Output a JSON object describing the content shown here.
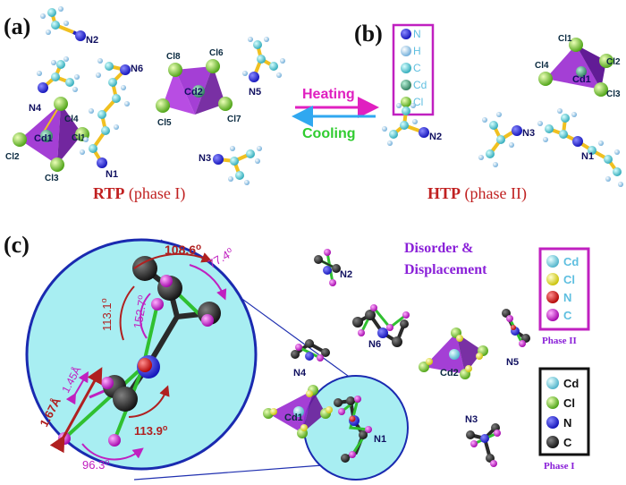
{
  "panels": {
    "a": {
      "tag": "(a)",
      "caption_main": "RTP",
      "caption_sub": " (phase I)"
    },
    "b": {
      "tag": "(b)",
      "caption_main": "HTP",
      "caption_sub": " (phase II)"
    },
    "c": {
      "tag": "(c)",
      "title_line1": "Disorder &",
      "title_line2": "Displacement"
    }
  },
  "transition": {
    "heating_label": "Heating",
    "cooling_label": "Cooling"
  },
  "legend_b": {
    "items": [
      "N",
      "H",
      "C",
      "Cd",
      "Cl"
    ]
  },
  "legend_phase2": {
    "items": [
      "Cd",
      "Cl",
      "N",
      "C"
    ],
    "title": "Phase II"
  },
  "legend_phase1": {
    "items": [
      "Cd",
      "Cl",
      "N",
      "C"
    ],
    "title": "Phase I"
  },
  "atom_labels_a": {
    "n1": "N1",
    "n2": "N2",
    "n3": "N3",
    "n4": "N4",
    "n5": "N5",
    "n6": "N6",
    "cd1": "Cd1",
    "cd2": "Cd2",
    "cl1": "Cl1",
    "cl2": "Cl2",
    "cl3": "Cl3",
    "cl4": "Cl4",
    "cl5": "Cl5",
    "cl6": "Cl6",
    "cl7": "Cl7",
    "cl8": "Cl8"
  },
  "atom_labels_b": {
    "n1": "N1",
    "n2": "N2",
    "n3": "N3",
    "cd1": "Cd1",
    "cl1": "Cl1",
    "cl2": "Cl2",
    "cl3": "Cl3",
    "cl4": "Cl4"
  },
  "atom_labels_c": {
    "n1": "N1",
    "n2": "N2",
    "n3": "N3",
    "n4": "N4",
    "n5": "N5",
    "n6": "N6",
    "cd1": "Cd1",
    "cd2": "Cd2"
  },
  "measurements": {
    "a1": "108.6",
    "a2": "77.4",
    "a3": "113.1",
    "a4": "152.7",
    "a5": "113.9",
    "a6": "96.3",
    "b1": "1.67Å",
    "b2": "1.45Å"
  },
  "colors": {
    "N": "#2323d8",
    "H": "#a8d2ee",
    "C": "#5fd3d3",
    "Cd": "#3a9a6a",
    "Cl": "#7ee01c",
    "Cl_yellow": "#eeee22",
    "C_magenta": "#d020d0",
    "C_black": "#252525",
    "heating": "#e020c0",
    "cooling": "#30a8f0",
    "tag_red": "#c02020",
    "angle_red": "#b02020",
    "angle_magenta": "#c020c0",
    "title_purple": "#8a20d8"
  }
}
